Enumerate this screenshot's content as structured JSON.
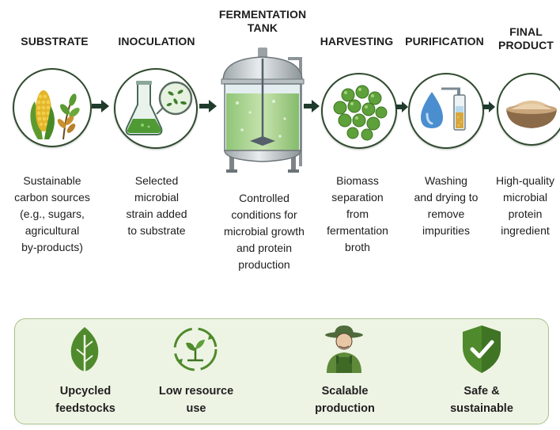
{
  "steps": [
    {
      "title": "SUBSTRATE",
      "description": "Sustainable\ncarbon sources\n(e.g., sugars,\nagricultural\nby-products)",
      "icon": "corn-wheat-icon"
    },
    {
      "title": "INOCULATION",
      "description": "Selected\nmicrobial\nstrain added\nto substrate",
      "icon": "flask-microbes-icon"
    },
    {
      "title": "FERMENTATION\nTANK",
      "description": "Controlled\nconditions for\nmicrobial growth\nand protein\nproduction",
      "icon": "bioreactor-tank-icon"
    },
    {
      "title": "HARVESTING",
      "description": "Biomass\nseparation\nfrom\nfermentation\nbroth",
      "icon": "biomass-cells-icon"
    },
    {
      "title": "PURIFICATION",
      "description": "Washing\nand drying to\nremove\nimpurities",
      "icon": "water-drop-filter-icon"
    },
    {
      "title": "FINAL\nPRODUCT",
      "description": "High-quality\nmicrobial\nprotein\ningredient",
      "icon": "protein-powder-bowl-icon"
    }
  ],
  "benefits": [
    {
      "label": "Upcycled\nfeedstocks",
      "icon": "leaf-icon"
    },
    {
      "label": "Low resource\nuse",
      "icon": "recycle-plant-icon"
    },
    {
      "label": "Scalable\nproduction",
      "icon": "farmer-icon"
    },
    {
      "label": "Safe &\nsustainable",
      "icon": "shield-check-icon"
    }
  ],
  "colors": {
    "dark_green": "#1f3b2c",
    "leaf_green": "#4f8a2c",
    "panel_bg": "#eef4e4",
    "panel_border": "#a9c08a"
  }
}
